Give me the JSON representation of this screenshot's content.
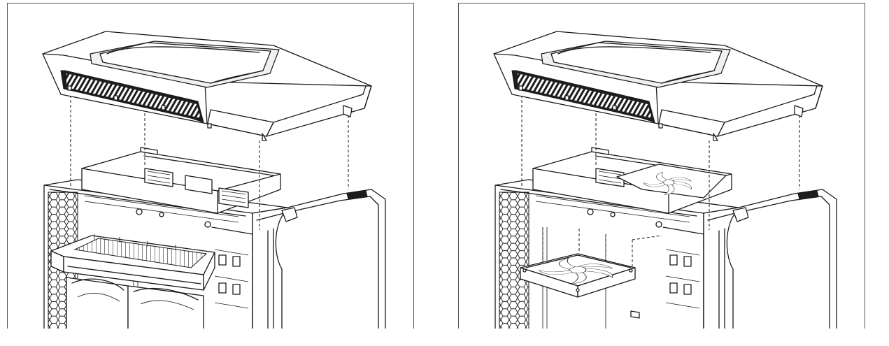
{
  "figure": {
    "description_panels": [
      "panel-left",
      "panel-right"
    ],
    "panels": [
      {
        "id": "left",
        "component": "radiator",
        "icons": [
          "top-cover-icon",
          "top-bracket-icon",
          "radiator-icon",
          "fan-pair-icon",
          "case-frame-icon",
          "front-panel-icon"
        ]
      },
      {
        "id": "right",
        "component": "fan",
        "icons": [
          "top-cover-icon",
          "top-bracket-icon",
          "top-fan-icon",
          "fan-icon",
          "case-frame-icon",
          "front-panel-icon"
        ]
      }
    ],
    "colors": {
      "line": "#1a1a1a",
      "vent": "#1d1d1d",
      "background": "#ffffff",
      "frame": "#555555"
    }
  }
}
